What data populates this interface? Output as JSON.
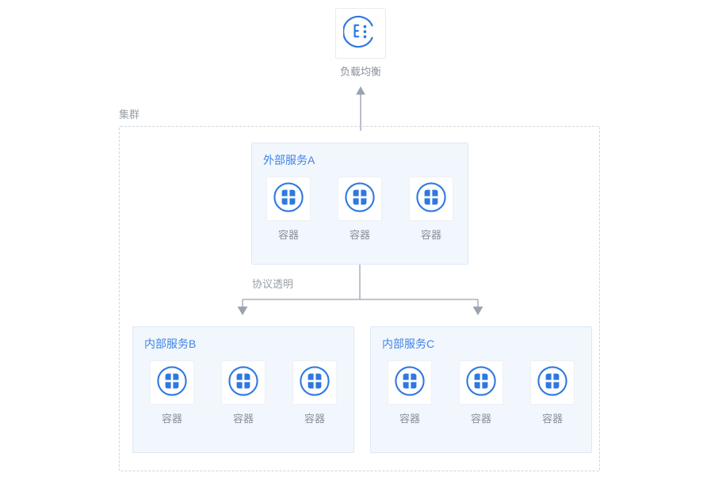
{
  "diagram": {
    "title_note": "",
    "colors": {
      "accent_blue": "#2f78e0",
      "panel_fill": "#f2f7fd",
      "panel_border": "#dce8f7",
      "panel_title": "#3f84e8",
      "muted_text": "#8a8f99",
      "cluster_border": "#cfd4da",
      "connector": "#9ba3b0"
    },
    "load_balancer": {
      "label": "负载均衡",
      "icon": "load-balancer-icon"
    },
    "cluster": {
      "label": "集群"
    },
    "connector": {
      "label": "协议透明"
    },
    "services": [
      {
        "id": "service-a",
        "title": "外部服务A",
        "containers": [
          {
            "label": "容器",
            "icon": "container-icon"
          },
          {
            "label": "容器",
            "icon": "container-icon"
          },
          {
            "label": "容器",
            "icon": "container-icon"
          }
        ]
      },
      {
        "id": "service-b",
        "title": "内部服务B",
        "containers": [
          {
            "label": "容器",
            "icon": "container-icon"
          },
          {
            "label": "容器",
            "icon": "container-icon"
          },
          {
            "label": "容器",
            "icon": "container-icon"
          }
        ]
      },
      {
        "id": "service-c",
        "title": "内部服务C",
        "containers": [
          {
            "label": "容器",
            "icon": "container-icon"
          },
          {
            "label": "容器",
            "icon": "container-icon"
          },
          {
            "label": "容器",
            "icon": "container-icon"
          }
        ]
      }
    ]
  }
}
